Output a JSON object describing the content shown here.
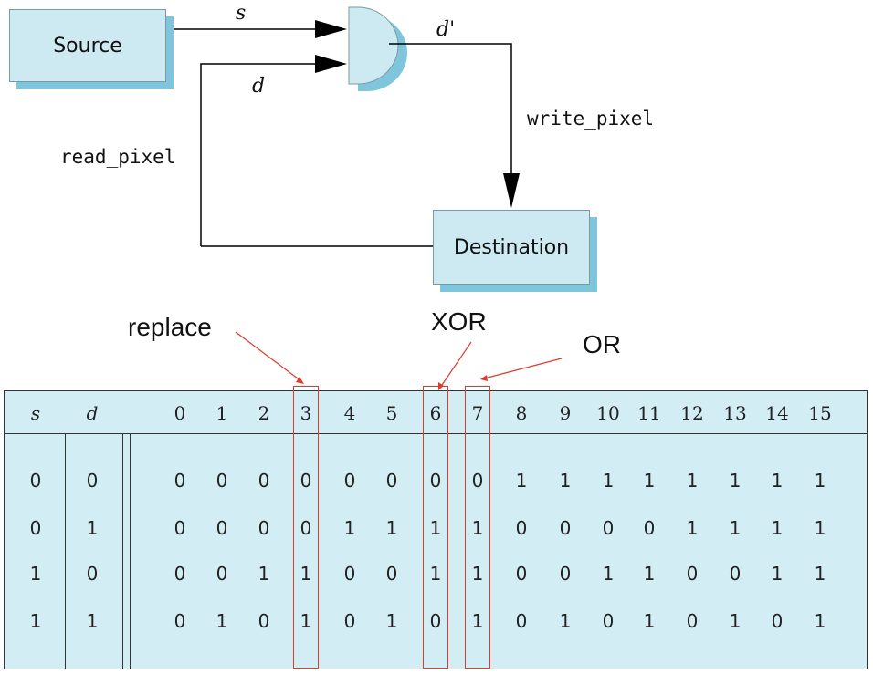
{
  "diagram": {
    "source_label": "Source",
    "destination_label": "Destination",
    "s_label": "s",
    "d_label": "d",
    "d_prime_label": "d'",
    "read_pixel_label": "read_pixel",
    "write_pixel_label": "write_pixel"
  },
  "annotations": {
    "replace": "replace",
    "xor": "XOR",
    "or": "OR"
  },
  "colors": {
    "box_fill": "#cdeaf2",
    "box_shadow": "#7fc6dd",
    "table_fill": "#d2edf3",
    "highlight": "#e03a2a"
  },
  "table": {
    "headers": [
      "s",
      "d",
      "0",
      "1",
      "2",
      "3",
      "4",
      "5",
      "6",
      "7",
      "8",
      "9",
      "10",
      "11",
      "12",
      "13",
      "14",
      "15"
    ],
    "rows": [
      [
        "0",
        "0",
        "0",
        "0",
        "0",
        "0",
        "0",
        "0",
        "0",
        "0",
        "1",
        "1",
        "1",
        "1",
        "1",
        "1",
        "1",
        "1"
      ],
      [
        "0",
        "1",
        "0",
        "0",
        "0",
        "0",
        "1",
        "1",
        "1",
        "1",
        "0",
        "0",
        "0",
        "0",
        "1",
        "1",
        "1",
        "1"
      ],
      [
        "1",
        "0",
        "0",
        "0",
        "1",
        "1",
        "0",
        "0",
        "1",
        "1",
        "0",
        "0",
        "1",
        "1",
        "0",
        "0",
        "1",
        "1"
      ],
      [
        "1",
        "1",
        "0",
        "1",
        "0",
        "1",
        "0",
        "1",
        "0",
        "1",
        "0",
        "1",
        "0",
        "1",
        "0",
        "1",
        "0",
        "1"
      ]
    ],
    "highlighted_modes": [
      "3",
      "6",
      "7"
    ]
  }
}
